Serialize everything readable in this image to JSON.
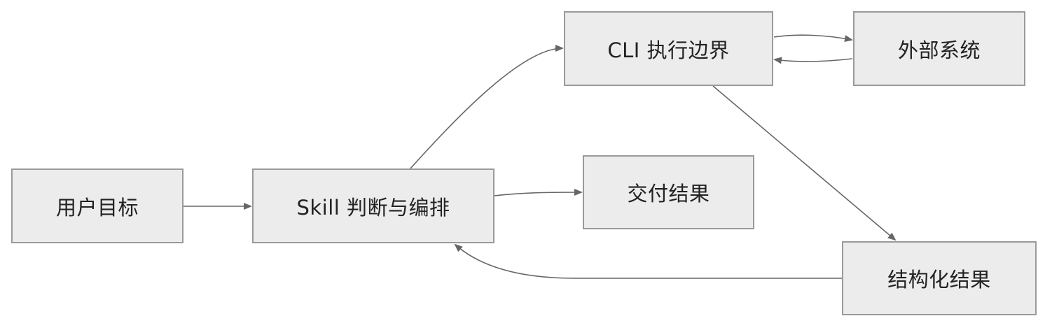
{
  "nodes": {
    "user_goal": "用户目标",
    "skill": "Skill 判断与编排",
    "cli": "CLI 执行边界",
    "external": "外部系统",
    "deliver": "交付结果",
    "structured": "结构化结果"
  },
  "edges": [
    {
      "from": "user_goal",
      "to": "skill"
    },
    {
      "from": "skill",
      "to": "cli"
    },
    {
      "from": "cli",
      "to": "external"
    },
    {
      "from": "external",
      "to": "cli"
    },
    {
      "from": "cli",
      "to": "structured"
    },
    {
      "from": "structured",
      "to": "skill"
    },
    {
      "from": "skill",
      "to": "deliver"
    }
  ],
  "colors": {
    "node_fill": "#ececec",
    "node_border": "#9a9a9a",
    "edge": "#666666",
    "text": "#222222"
  }
}
